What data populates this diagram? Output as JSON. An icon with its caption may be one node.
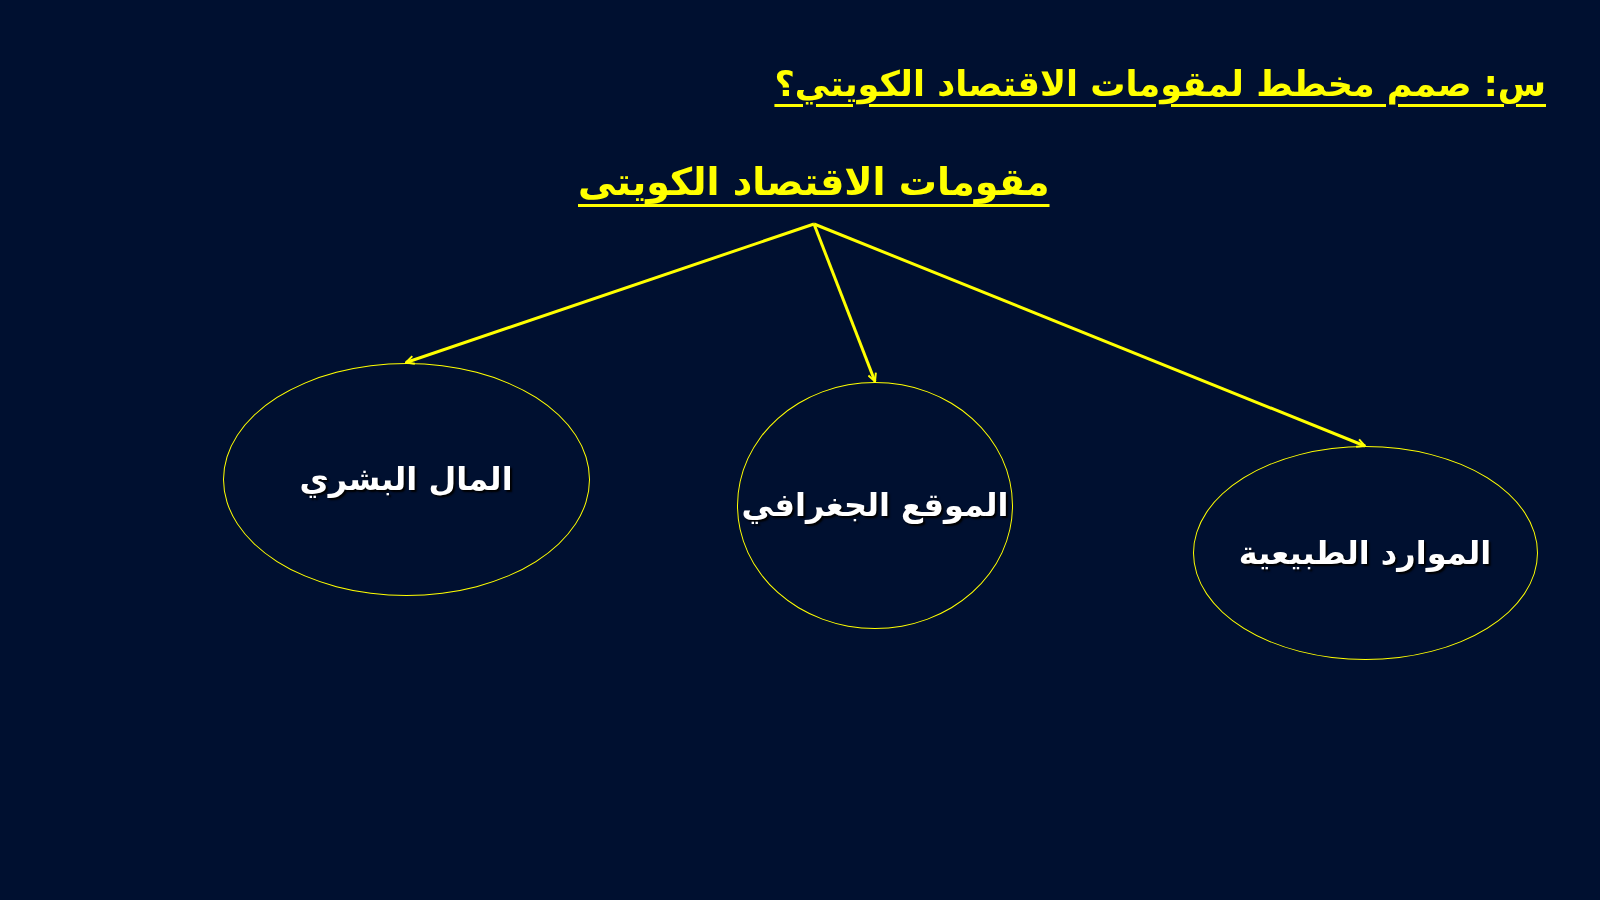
{
  "diagram": {
    "title": "س: صمم مخطط  لمقومات الاقتصاد الكويتي؟",
    "nodes": [
      {
        "text": [
          "مقومات الاقتصاد الكويتى"
        ]
      },
      {
        "text": [
          "المال البشري"
        ]
      },
      {
        "text": [
          "الموقع الجغرافي"
        ]
      },
      {
        "text": [
          "الموارد الطبيعية"
        ]
      }
    ],
    "edges": [
      {
        "from": 0,
        "to": 1,
        "arrow": "to"
      },
      {
        "from": 0,
        "to": 2,
        "arrow": "to"
      },
      {
        "from": 0,
        "to": 3,
        "arrow": "to"
      }
    ]
  }
}
